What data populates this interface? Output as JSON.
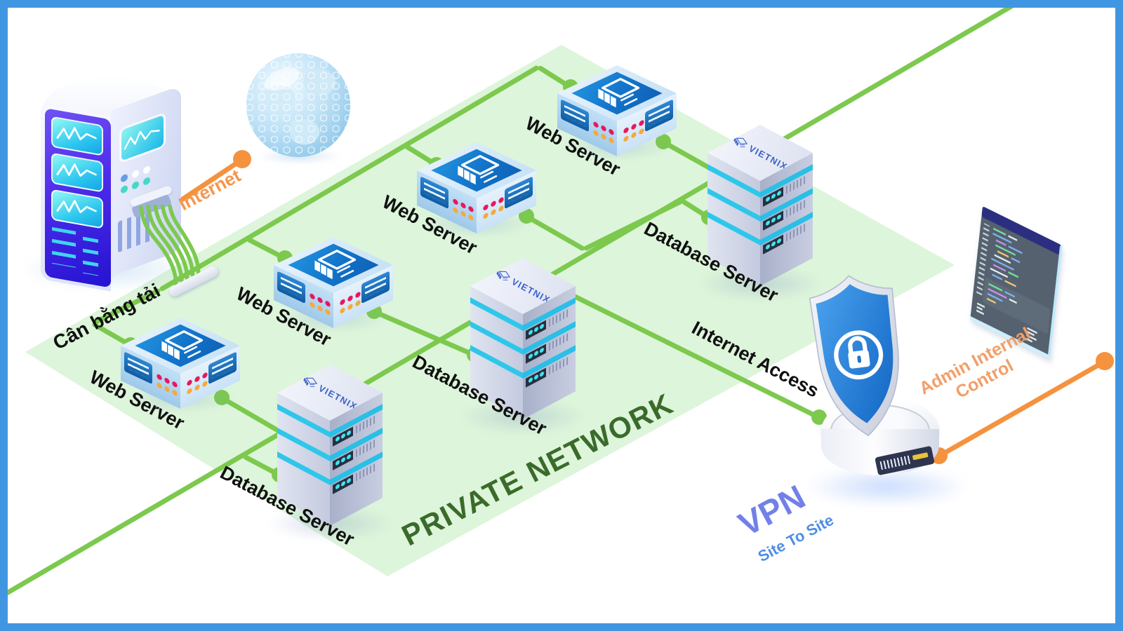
{
  "diagram": {
    "title_private_network": "PRIVATE NETWORK",
    "brand": "VIETNIX",
    "load_balancer": {
      "label": "Cân bằng tải"
    },
    "internet": {
      "label": "Internet"
    },
    "web_servers": [
      "Web Server",
      "Web Server",
      "Web Server",
      "Web Server"
    ],
    "database_servers": [
      "Database Server",
      "Database Server",
      "Database Server"
    ],
    "internet_access_label": "Internet Access",
    "vpn": {
      "title": "VPN",
      "subtitle": "Site To Site"
    },
    "admin": {
      "label": "Admin Internal Control"
    },
    "icons": {
      "globe": "globe-icon",
      "vpn_shield": "shield-lock-icon",
      "server_top": "server-layers-icon",
      "admin_screen": "code-terminal-icon",
      "load_balancer": "server-rack-icon"
    },
    "colors": {
      "line_green": "#7cc94e",
      "accent_orange": "#f5923e",
      "network_fill": "#ddf5da",
      "private_label": "#3a6b2b",
      "vpn_blue": "#7280e8",
      "site_blue": "#4e8ee4",
      "brand_blue": "#3c63c8",
      "border_blue": "#4196e1",
      "label_black": "#101010",
      "internet_orange": "#f4974d",
      "admin_orange": "#f29e68"
    }
  }
}
